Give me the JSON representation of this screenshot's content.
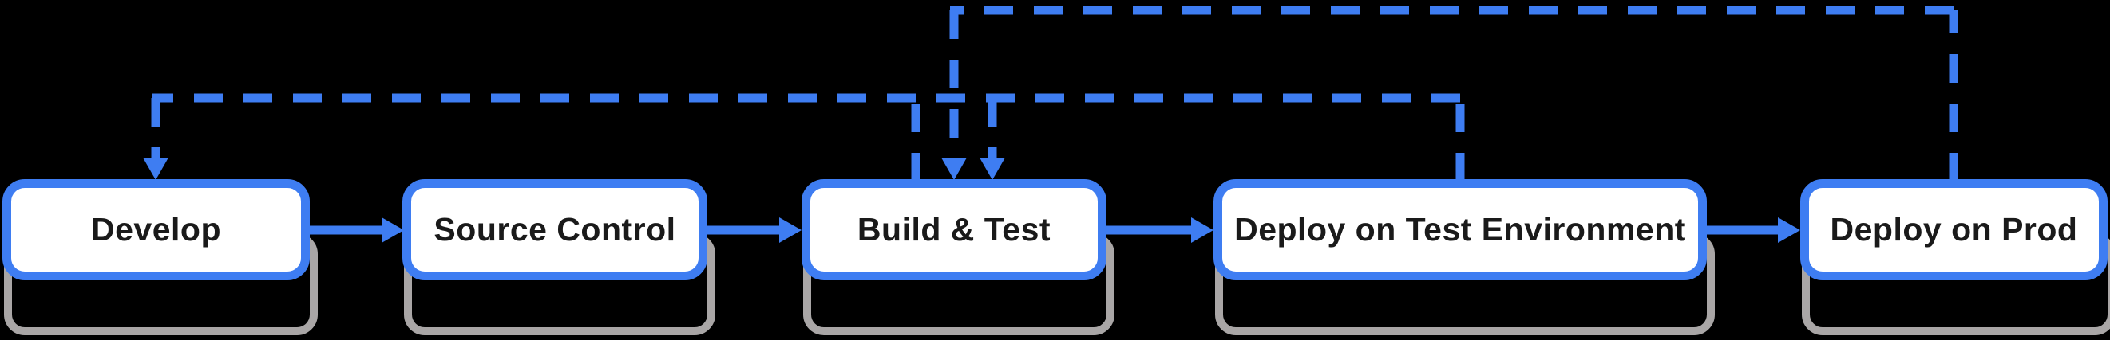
{
  "colors": {
    "background": "#000000",
    "accent": "#3E7DF2",
    "node_fill": "#FFFFFF",
    "node_text": "#1A1A1A",
    "shadow_border": "#A9A6A6"
  },
  "diagram": {
    "nodes": [
      {
        "id": "develop",
        "label": "Develop"
      },
      {
        "id": "source-control",
        "label": "Source Control"
      },
      {
        "id": "build-and-test",
        "label": "Build & Test"
      },
      {
        "id": "deploy-on-test-environment",
        "label": "Deploy on Test Environment"
      },
      {
        "id": "deploy-on-prod",
        "label": "Deploy on Prod"
      }
    ],
    "edges": [
      {
        "from": "develop",
        "to": "source-control",
        "style": "solid"
      },
      {
        "from": "source-control",
        "to": "build-and-test",
        "style": "solid"
      },
      {
        "from": "build-and-test",
        "to": "deploy-on-test-environment",
        "style": "solid"
      },
      {
        "from": "deploy-on-test-environment",
        "to": "deploy-on-prod",
        "style": "solid"
      },
      {
        "from": "build-and-test",
        "to": "develop",
        "style": "dashed-feedback"
      },
      {
        "from": "deploy-on-test-environment",
        "to": "build-and-test",
        "style": "dashed-feedback"
      },
      {
        "from": "deploy-on-prod",
        "to": "build-and-test",
        "style": "dashed-feedback"
      }
    ]
  }
}
